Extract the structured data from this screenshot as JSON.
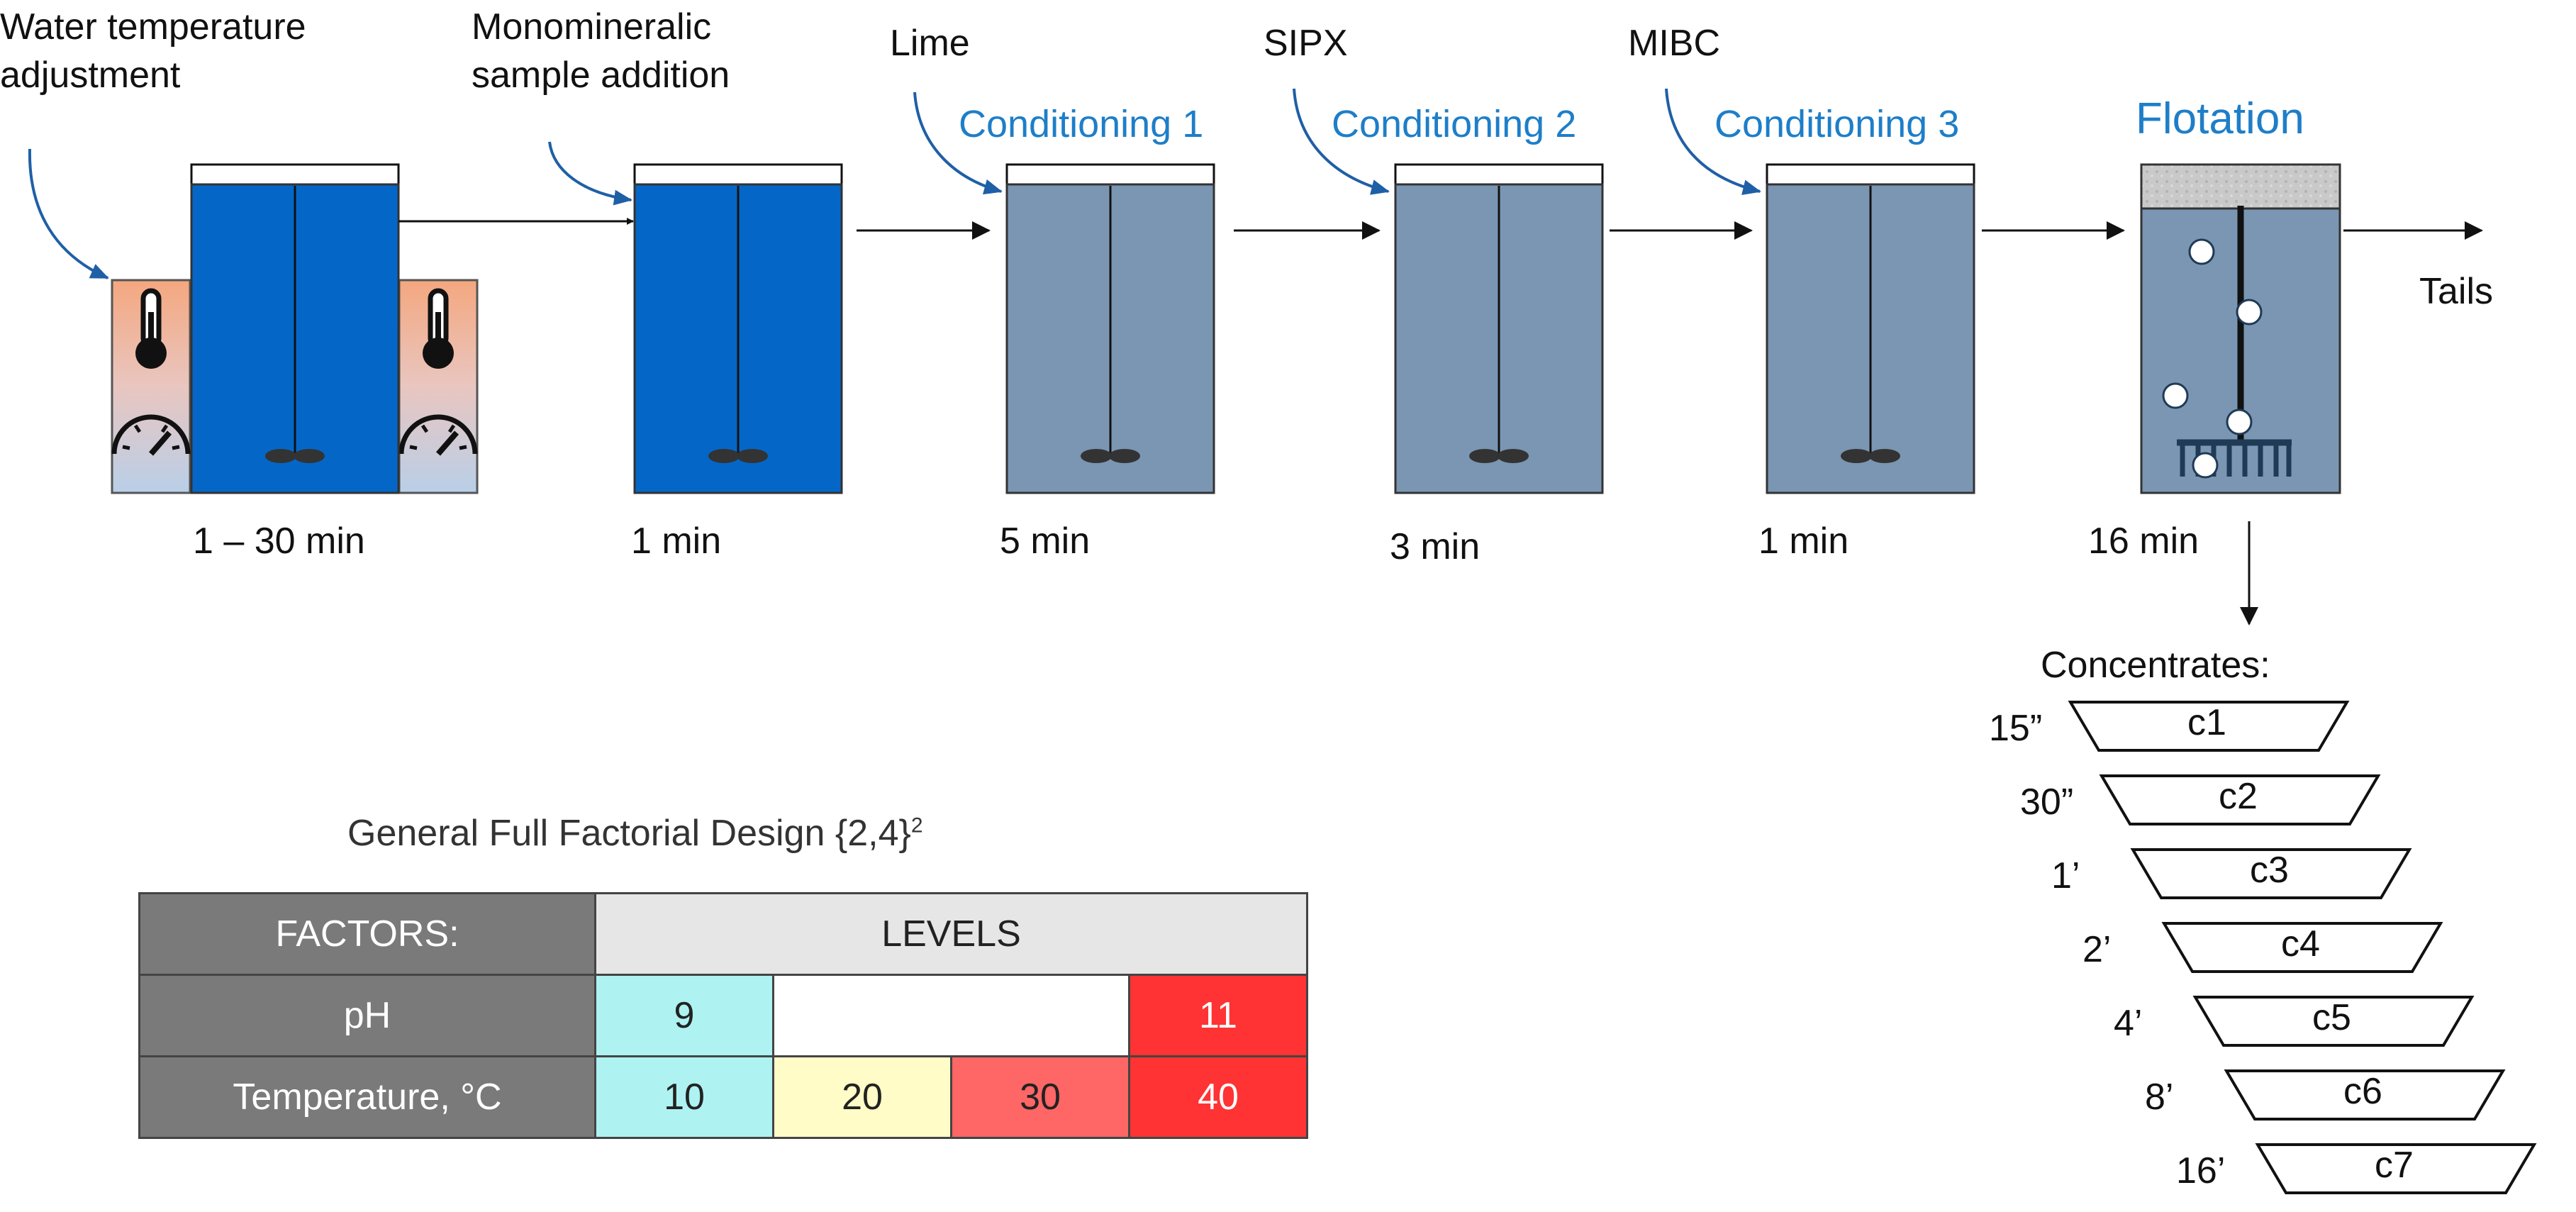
{
  "steps": {
    "water": {
      "label_line1": "Water temperature",
      "label_line2": "adjustment",
      "time": "1 – 30 min"
    },
    "sample": {
      "label_line1": "Monomineralic",
      "label_line2": "sample addition",
      "time": "1 min"
    },
    "cond1": {
      "reagent": "Lime",
      "title": "Conditioning 1",
      "time": "5 min"
    },
    "cond2": {
      "reagent": "SIPX",
      "title": "Conditioning 2",
      "time": "3 min"
    },
    "cond3": {
      "reagent": "MIBC",
      "title": "Conditioning 3",
      "time": "1 min"
    },
    "flotation": {
      "title": "Flotation",
      "time": "16 min",
      "tails": "Tails"
    }
  },
  "concentrates": {
    "title": "Concentrates:",
    "items": [
      {
        "time": "15”",
        "name": "c1"
      },
      {
        "time": "30”",
        "name": "c2"
      },
      {
        "time": "1’",
        "name": "c3"
      },
      {
        "time": "2’",
        "name": "c4"
      },
      {
        "time": "4’",
        "name": "c5"
      },
      {
        "time": "8’",
        "name": "c6"
      },
      {
        "time": "16’",
        "name": "c7"
      }
    ]
  },
  "design": {
    "title": "General Full Factorial Design {2,4}",
    "title_sup": "2",
    "factors_header": "FACTORS:",
    "levels_header": "LEVELS",
    "rows": [
      {
        "factor": "pH",
        "levels": [
          "9",
          "",
          "",
          "11"
        ]
      },
      {
        "factor": "Temperature, °C",
        "levels": [
          "10",
          "20",
          "30",
          "40"
        ]
      }
    ]
  },
  "colors": {
    "tank_blue": "#0467c7",
    "tank_grey": "#7a96b3",
    "arrow_blue": "#1f5fa6",
    "accent_text": "#1e7ec8",
    "heater_top": "#f4a77f",
    "heater_bottom": "#b9cfe8"
  },
  "icons": [
    "thermometer-icon",
    "gauge-icon",
    "impeller-icon",
    "bubble-icon",
    "sparger-icon",
    "curved-arrow-icon"
  ]
}
